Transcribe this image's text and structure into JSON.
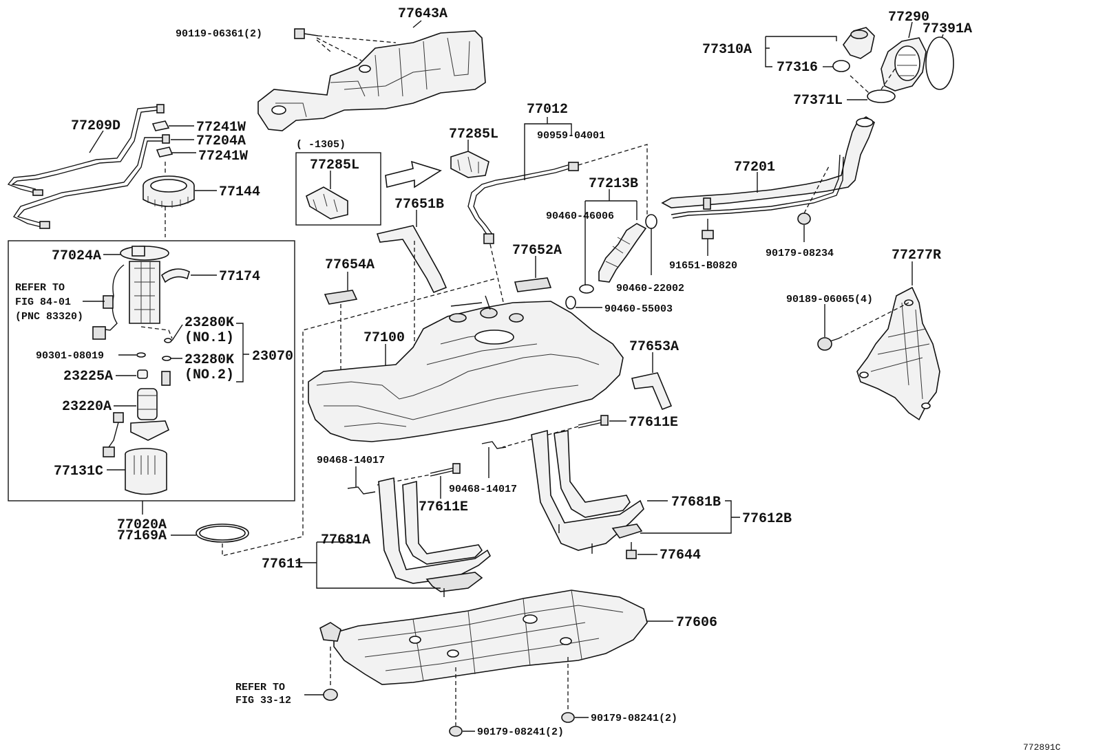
{
  "diagram_id": "772891C",
  "inset_range": "(      -1305)",
  "labels": {
    "p77643A": "77643A",
    "p90119": "90119-06361(2)",
    "p77209D": "77209D",
    "p77241W_a": "77241W",
    "p77204A": "77204A",
    "p77241W_b": "77241W",
    "p77144": "77144",
    "p77024A": "77024A",
    "p77174": "77174",
    "refer_fig84_l1": "REFER TO",
    "refer_fig84_l2": "FIG 84-01",
    "refer_fig84_l3": "(PNC 83320)",
    "p23280K_1": "23280K",
    "p23280K_1_note": "(NO.1)",
    "p90301": "90301-08019",
    "p23280K_2": "23280K",
    "p23280K_2_note": "(NO.2)",
    "p23070": "23070",
    "p23225A": "23225A",
    "p23220A": "23220A",
    "p77131C": "77131C",
    "p77020A": "77020A",
    "p77169A": "77169A",
    "p77285L_inset": "77285L",
    "p77285L": "77285L",
    "p77012": "77012",
    "p90959": "90959-04001",
    "p77651B": "77651B",
    "p77654A": "77654A",
    "p77652A": "77652A",
    "p77213B": "77213B",
    "p90460_46006": "90460-46006",
    "p90460_22002": "90460-22002",
    "p90460_55003": "90460-55003",
    "p77100": "77100",
    "p77653A": "77653A",
    "p77611E_a": "77611E",
    "p90468_a": "90468-14017",
    "p90468_b": "90468-14017",
    "p77611E_b": "77611E",
    "p77681A": "77681A",
    "p77611": "77611",
    "p77681B": "77681B",
    "p77612B": "77612B",
    "p77644": "77644",
    "p77606": "77606",
    "refer_fig33_l1": "REFER TO",
    "refer_fig33_l2": "FIG 33-12",
    "p90179_08241_a": "90179-08241(2)",
    "p90179_08241_b": "90179-08241(2)",
    "p77290": "77290",
    "p77391A": "77391A",
    "p77310A": "77310A",
    "p77316": "77316",
    "p77371L": "77371L",
    "p77201": "77201",
    "p91651": "91651-B0820",
    "p90179_08234": "90179-08234",
    "p77277R": "77277R",
    "p90189": "90189-06065(4)"
  }
}
